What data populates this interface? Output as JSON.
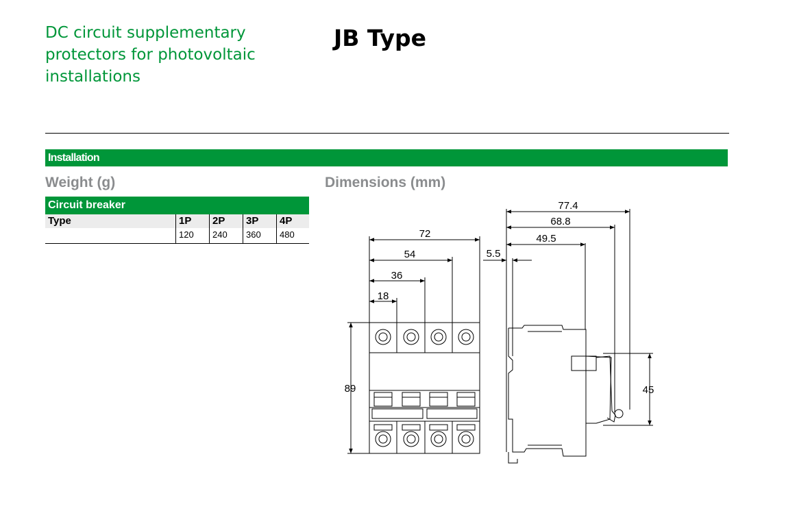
{
  "header": {
    "subtitle": "DC circuit supplementary\nprotectors for photovoltaic\ninstallations",
    "title": "JB Type"
  },
  "section_band": "Installation",
  "weight": {
    "heading": "Weight (g)",
    "table_header": "Circuit breaker",
    "type_label": "Type",
    "columns": [
      {
        "type": "1P",
        "value": "120"
      },
      {
        "type": "2P",
        "value": "240"
      },
      {
        "type": "3P",
        "value": "360"
      },
      {
        "type": "4P",
        "value": "480"
      }
    ]
  },
  "dimensions": {
    "heading": "Dimensions (mm)",
    "front_widths": [
      "72",
      "54",
      "36",
      "18"
    ],
    "front_height": "89",
    "side_depths": [
      "77.4",
      "68.8",
      "49.5",
      "5.5"
    ],
    "side_height": "45"
  }
}
